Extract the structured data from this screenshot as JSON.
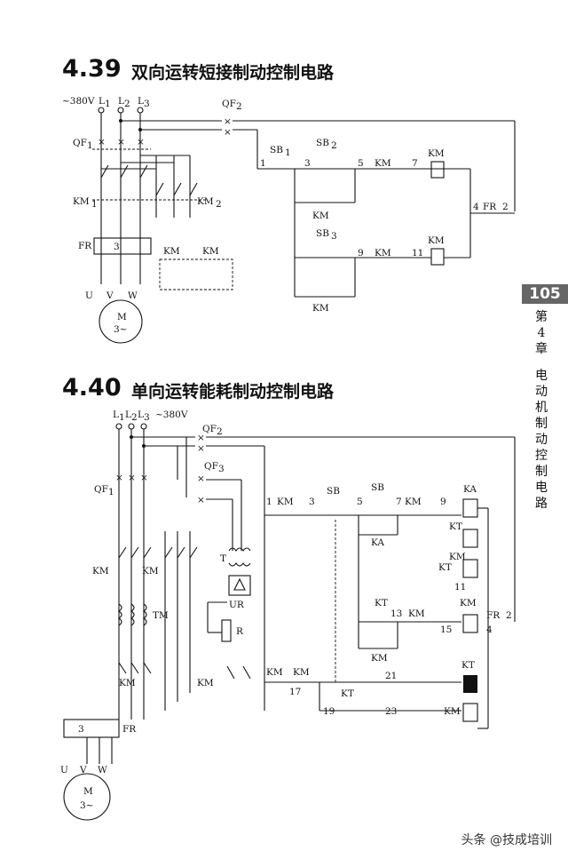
{
  "section1": {
    "number": "4.39",
    "title": "双向运转短接制动控制电路"
  },
  "section2": {
    "number": "4.40",
    "title": "单向运转能耗制动控制电路"
  },
  "page": {
    "number": "105",
    "chapter": "第\n4\n章",
    "chapter_title": "电\n动\n机\n制\n动\n控\n制\n电\n路"
  },
  "watermark": "头条 @技成培训",
  "labels1": {
    "supply": "~380V",
    "L1": "L",
    "L2": "L",
    "L3": "L",
    "sub1": "1",
    "sub2": "2",
    "sub3": "3",
    "QF1": "QF",
    "QF2": "QF",
    "KM1": "KM",
    "KM2": "KM",
    "FR": "FR",
    "FR3": "3",
    "U1": "U",
    "V1": "V",
    "W1": "W",
    "M": "M",
    "M3": "3~",
    "SB1": "SB",
    "SB2": "SB",
    "SB3": "SB",
    "n1": "1",
    "n3": "3",
    "n5": "5",
    "n7": "7",
    "n9": "9",
    "n11": "11",
    "n4": "4",
    "n2": "2"
  },
  "labels2": {
    "supply": "~380V",
    "QF1": "QF",
    "QF2": "QF",
    "QF3": "QF",
    "T": "T",
    "UR": "UR",
    "R": "R",
    "KM1": "KM",
    "KM2": "KM",
    "KM3": "KM",
    "TM": "TM",
    "FR": "FR",
    "FR3": "3",
    "SB1": "SB",
    "SB2": "SB",
    "KA": "KA",
    "KT1": "KT",
    "KT2": "KT",
    "n1": "1",
    "n3": "3",
    "n5": "5",
    "n7": "7",
    "n9": "9",
    "n13": "13",
    "n15": "15",
    "n17": "17",
    "n19": "19",
    "n21": "21",
    "n23": "23",
    "n4": "4",
    "n2": "2",
    "n11": "11",
    "U1": "U",
    "V1": "V",
    "W1": "W",
    "M": "M",
    "M3": "3~"
  }
}
